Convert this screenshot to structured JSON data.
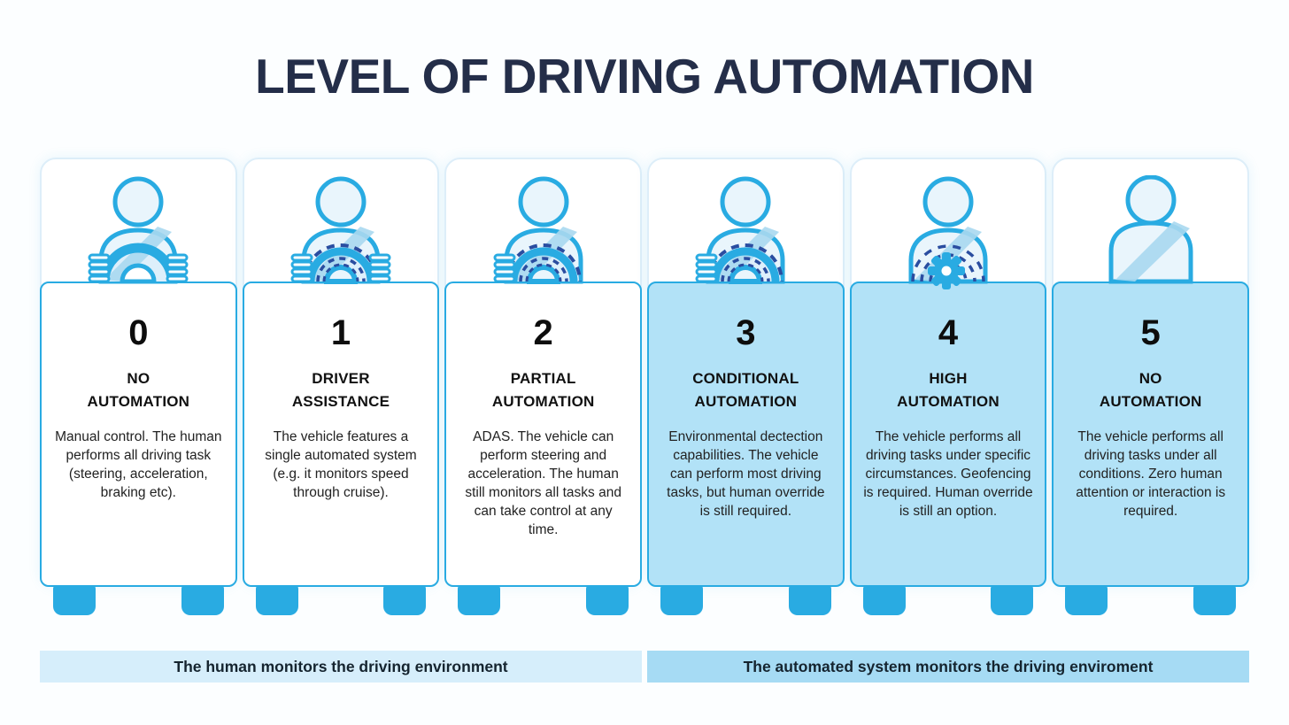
{
  "title": "LEVEL OF DRIVING AUTOMATION",
  "colors": {
    "accent_blue": "#29abe2",
    "dashed_navy": "#2a4da0",
    "filled_card_bg": "#b2e2f7",
    "human_bar_bg": "#d6eefb",
    "automated_bar_bg": "#a6dbf4",
    "title_navy": "#242e49"
  },
  "cards": [
    {
      "number": "0",
      "title": "NO\nAUTOMATION",
      "description": "Manual control. The human performs all driving task (steering, acceleration, braking etc).",
      "icon": "driver-hands-on-wheel-icon"
    },
    {
      "number": "1",
      "title": "DRIVER\nASSISTANCE",
      "description": "The vehicle features a single automated system (e.g. it monitors speed through cruise).",
      "icon": "driver-assist-dashed-wheel-icon"
    },
    {
      "number": "2",
      "title": "PARTIAL\nAUTOMATION",
      "description": "ADAS. The vehicle can perform steering and acceleration. The human still monitors all tasks and can take control at any time.",
      "icon": "partial-automation-wheel-icon"
    },
    {
      "number": "3",
      "title": "CONDITIONAL\nAUTOMATION",
      "description": "Environmental dectection capabilities. The vehicle can perform most driving tasks, but human override is still required.",
      "icon": "conditional-automation-wheel-icon"
    },
    {
      "number": "4",
      "title": "HIGH\nAUTOMATION",
      "description": "The vehicle performs all driving tasks under specific circumstances. Geofencing is required. Human override is still an option.",
      "icon": "high-automation-gear-icon"
    },
    {
      "number": "5",
      "title": "NO\nAUTOMATION",
      "description": "The vehicle performs all driving tasks under all conditions. Zero human attention or interaction is required.",
      "icon": "full-automation-passenger-icon"
    }
  ],
  "footer": {
    "human_label": "The human monitors the driving environment",
    "automated_label": "The automated system monitors the driving enviroment"
  }
}
